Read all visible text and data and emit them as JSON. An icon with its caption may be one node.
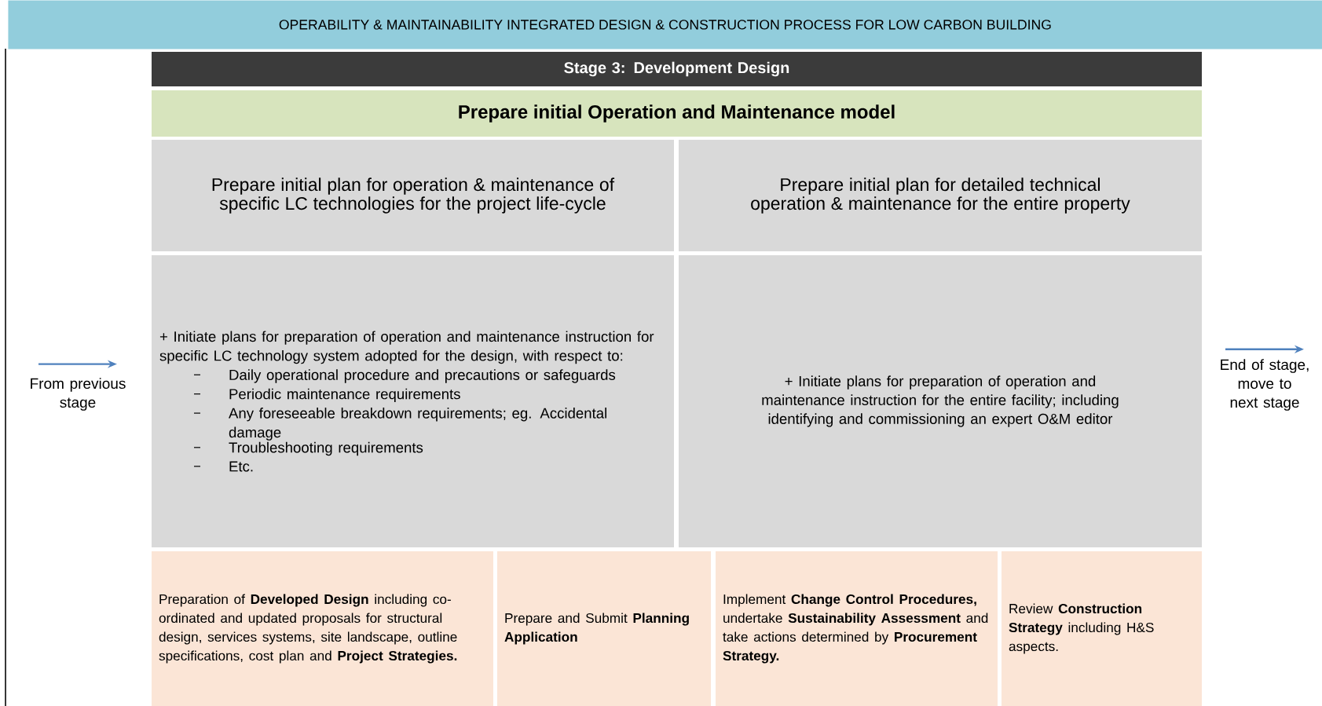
{
  "diagram": {
    "title": "OPERABILITY & MAINTAINABILITY INTEGRATED DESIGN & CONSTRUCTION PROCESS FOR LOW CARBON BUILDING",
    "nodes": [
      {
        "text": [
          "Stage 3: Development Design"
        ]
      },
      {
        "text": [
          "Prepare initial Operation and Maintenance model"
        ]
      },
      {
        "text": [
          "Prepare initial plan for operation & maintenance of specific LC technologies for the project life-cycle"
        ]
      },
      {
        "text": [
          "Prepare initial plan for detailed technical operation & maintenance for the entire property"
        ]
      },
      {
        "text": [
          "+ Initiate plans for preparation of operation and maintenance instruction for specific LC technology system adopted for the design, with respect to:",
          "Daily operational procedure and precautions or safeguards",
          "Periodic maintenance requirements",
          "Any foreseeable breakdown requirements; eg. Accidental damage",
          "Troubleshooting requirements",
          "Etc."
        ]
      },
      {
        "text": [
          "+ Initiate plans for preparation of operation and maintenance instruction for the entire facility; including identifying and commissioning an expert O&M editor"
        ]
      },
      {
        "text": [
          "Preparation of **Developed Design** including co-ordinated and updated proposals for structural design, services systems, site landscape, outline specifications, cost plan and **Project Strategies.**"
        ]
      },
      {
        "text": [
          "Prepare and Submit **Planning Application**"
        ]
      },
      {
        "text": [
          "Implement **Change Control Procedures,** undertake **Sustainability Assessment** and take actions determined by **Procurement Strategy.**"
        ]
      },
      {
        "text": [
          "Review **Construction Strategy** including H&S aspects."
        ]
      },
      {
        "text": [
          "From previous stage"
        ]
      },
      {
        "text": [
          "End of stage, move to next stage"
        ]
      }
    ],
    "edges": [
      {
        "from": null,
        "to": 10,
        "arrow": "to"
      },
      {
        "from": null,
        "to": 11,
        "arrow": "to"
      }
    ]
  }
}
